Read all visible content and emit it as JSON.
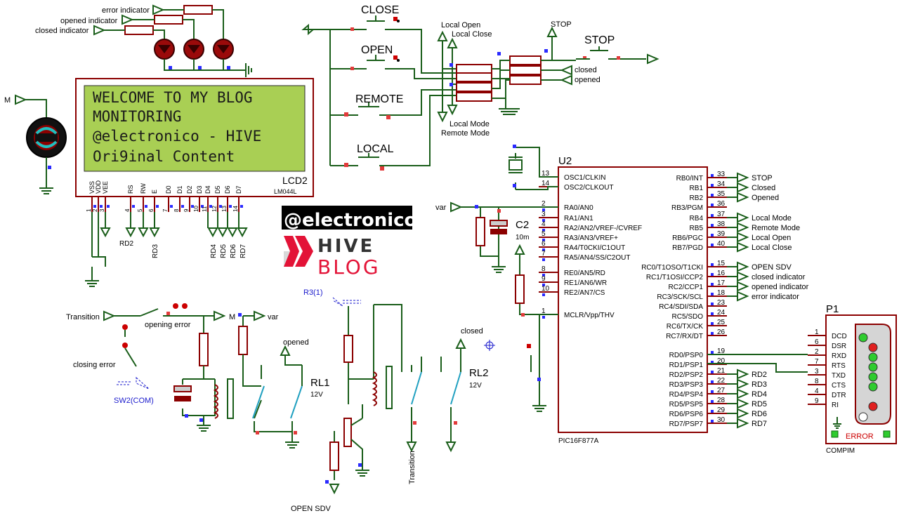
{
  "lcd": {
    "name": "LCD2",
    "model": "LM044L",
    "lines": [
      "WELCOME TO MY BLOG",
      "MONITORING",
      "@electronico - HIVE",
      "Ori9inal Content"
    ],
    "pins": [
      "VSS",
      "VDD",
      "VEE",
      "RS",
      "RW",
      "E",
      "D0",
      "D1",
      "D2",
      "D3",
      "D4",
      "D5",
      "D6",
      "D7"
    ],
    "pin_numbers": [
      "1",
      "2",
      "3",
      "4",
      "5",
      "6",
      "7",
      "8",
      "9",
      "10",
      "11",
      "12",
      "13",
      "14"
    ],
    "pin_terminals": [
      "RD2",
      "RD3",
      "RD4",
      "RD5",
      "RD6",
      "RD7"
    ]
  },
  "indicators": {
    "labels": [
      "error indicator",
      "opened indicator",
      "closed indicator"
    ]
  },
  "motor": {
    "label": "M"
  },
  "buttons": {
    "close": "CLOSE",
    "open": "OPEN",
    "remote": "REMOTE",
    "local": "LOCAL",
    "stop": "STOP"
  },
  "gates": {
    "local_open": "Local Open",
    "local_close": "Local Close",
    "local_mode": "Local Mode",
    "remote_mode": "Remote Mode",
    "stop": "STOP",
    "closed": "closed",
    "opened": "opened"
  },
  "logo": {
    "handle": "@electronico",
    "hive": "HIVE",
    "blog": "BLOG"
  },
  "mcu": {
    "name": "U2",
    "model": "PIC16F877A",
    "left_pins": [
      {
        "num": "13",
        "name": "OSC1/CLKIN"
      },
      {
        "num": "14",
        "name": "OSC2/CLKOUT"
      },
      {
        "num": "2",
        "name": "RA0/AN0"
      },
      {
        "num": "3",
        "name": "RA1/AN1"
      },
      {
        "num": "4",
        "name": "RA2/AN2/VREF-/CVREF"
      },
      {
        "num": "5",
        "name": "RA3/AN3/VREF+"
      },
      {
        "num": "6",
        "name": "RA4/T0CKI/C1OUT"
      },
      {
        "num": "7",
        "name": "RA5/AN4/SS/C2OUT"
      },
      {
        "num": "8",
        "name": "RE0/AN5/RD"
      },
      {
        "num": "9",
        "name": "RE1/AN6/WR"
      },
      {
        "num": "10",
        "name": "RE2/AN7/CS"
      },
      {
        "num": "1",
        "name": "MCLR/Vpp/THV"
      }
    ],
    "right_pins": [
      {
        "num": "33",
        "name": "RB0/INT",
        "net": "STOP"
      },
      {
        "num": "34",
        "name": "RB1",
        "net": "Closed"
      },
      {
        "num": "35",
        "name": "RB2",
        "net": "Opened"
      },
      {
        "num": "36",
        "name": "RB3/PGM",
        "net": ""
      },
      {
        "num": "37",
        "name": "RB4",
        "net": "Local Mode"
      },
      {
        "num": "38",
        "name": "RB5",
        "net": "Remote Mode"
      },
      {
        "num": "39",
        "name": "RB6/PGC",
        "net": "Local Open"
      },
      {
        "num": "40",
        "name": "RB7/PGD",
        "net": "Local Close"
      },
      {
        "num": "15",
        "name": "RC0/T1OSO/T1CKI",
        "net": "OPEN SDV"
      },
      {
        "num": "16",
        "name": "RC1/T1OSI/CCP2",
        "net": "closed indicator"
      },
      {
        "num": "17",
        "name": "RC2/CCP1",
        "net": "opened indicator"
      },
      {
        "num": "18",
        "name": "RC3/SCK/SCL",
        "net": "error indicator"
      },
      {
        "num": "23",
        "name": "RC4/SDI/SDA",
        "net": ""
      },
      {
        "num": "24",
        "name": "RC5/SDO",
        "net": ""
      },
      {
        "num": "25",
        "name": "RC6/TX/CK",
        "net": ""
      },
      {
        "num": "26",
        "name": "RC7/RX/DT",
        "net": ""
      },
      {
        "num": "19",
        "name": "RD0/PSP0",
        "net": ""
      },
      {
        "num": "20",
        "name": "RD1/PSP1",
        "net": ""
      },
      {
        "num": "21",
        "name": "RD2/PSP2",
        "net": "RD2"
      },
      {
        "num": "22",
        "name": "RD3/PSP3",
        "net": "RD3"
      },
      {
        "num": "27",
        "name": "RD4/PSP4",
        "net": "RD4"
      },
      {
        "num": "28",
        "name": "RD5/PSP5",
        "net": "RD5"
      },
      {
        "num": "29",
        "name": "RD6/PSP6",
        "net": "RD6"
      },
      {
        "num": "30",
        "name": "RD7/PSP7",
        "net": "RD7"
      }
    ]
  },
  "capacitor": {
    "name": "C2",
    "value": "10m"
  },
  "var_label": "var",
  "connector": {
    "name": "P1",
    "model": "COMPIM",
    "status": "ERROR",
    "pins": [
      {
        "num": "1",
        "name": "DCD"
      },
      {
        "num": "6",
        "name": "DSR"
      },
      {
        "num": "2",
        "name": "RXD"
      },
      {
        "num": "7",
        "name": "RTS"
      },
      {
        "num": "3",
        "name": "TXD"
      },
      {
        "num": "8",
        "name": "CTS"
      },
      {
        "num": "4",
        "name": "DTR"
      },
      {
        "num": "9",
        "name": "RI"
      }
    ],
    "led_colors": [
      "#2ecc2e",
      "#e02020",
      "#2ecc2e",
      "#2ecc2e",
      "#2ecc2e",
      "#2ecc2e",
      "#e02020"
    ]
  },
  "lower": {
    "transition": "Transition",
    "opening_error": "opening error",
    "closing_error": "closing error",
    "switch": "SW2(COM)",
    "m": "M",
    "var": "var",
    "opened": "opened",
    "closed": "closed",
    "rl1": "RL1",
    "rl1_v": "12V",
    "rl2": "RL2",
    "rl2_v": "12V",
    "r3": "R3(1)",
    "open_sdv": "OPEN SDV",
    "transition_vertical": "Transition"
  }
}
